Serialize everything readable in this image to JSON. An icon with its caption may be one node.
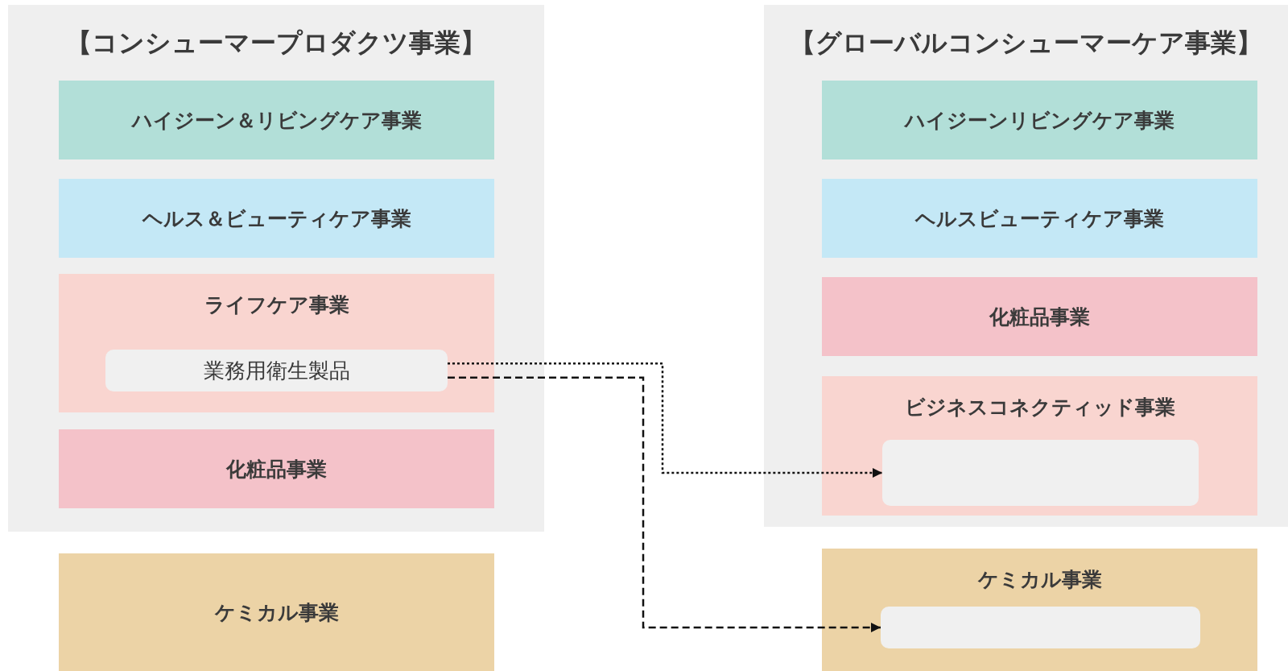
{
  "diagram": {
    "nodes": [
      {
        "text": [
          "【コンシューマープロダクツ事業】"
        ]
      },
      {
        "text": [
          "ハイジーン＆リビングケア事業"
        ],
        "in": 0
      },
      {
        "text": [
          "ヘルス＆ビューティケア事業"
        ],
        "in": 0
      },
      {
        "text": [
          "ライフケア事業"
        ],
        "in": 0
      },
      {
        "text": [
          "業務用衛生製品"
        ],
        "in": 3
      },
      {
        "text": [
          "化粧品事業"
        ],
        "in": 0
      },
      {
        "text": [
          "ケミカル事業"
        ]
      },
      {
        "text": [
          "【グローバルコンシューマーケア事業】"
        ]
      },
      {
        "text": [
          "ハイジーンリビングケア事業"
        ],
        "in": 7
      },
      {
        "text": [
          "ヘルスビューティケア事業"
        ],
        "in": 7
      },
      {
        "text": [
          "化粧品事業"
        ],
        "in": 7
      },
      {
        "text": [
          "ビジネスコネクティッド事業"
        ],
        "in": 7
      },
      {
        "text": [],
        "shape": "box",
        "in": 11
      },
      {
        "text": [
          "ケミカル事業"
        ]
      },
      {
        "text": [],
        "shape": "box",
        "in": 13
      }
    ],
    "edges": [
      {
        "from": 4,
        "to": 12,
        "arrow": "to",
        "style": "dashed"
      },
      {
        "from": 4,
        "to": 14,
        "arrow": "to",
        "style": "dashed"
      }
    ]
  }
}
